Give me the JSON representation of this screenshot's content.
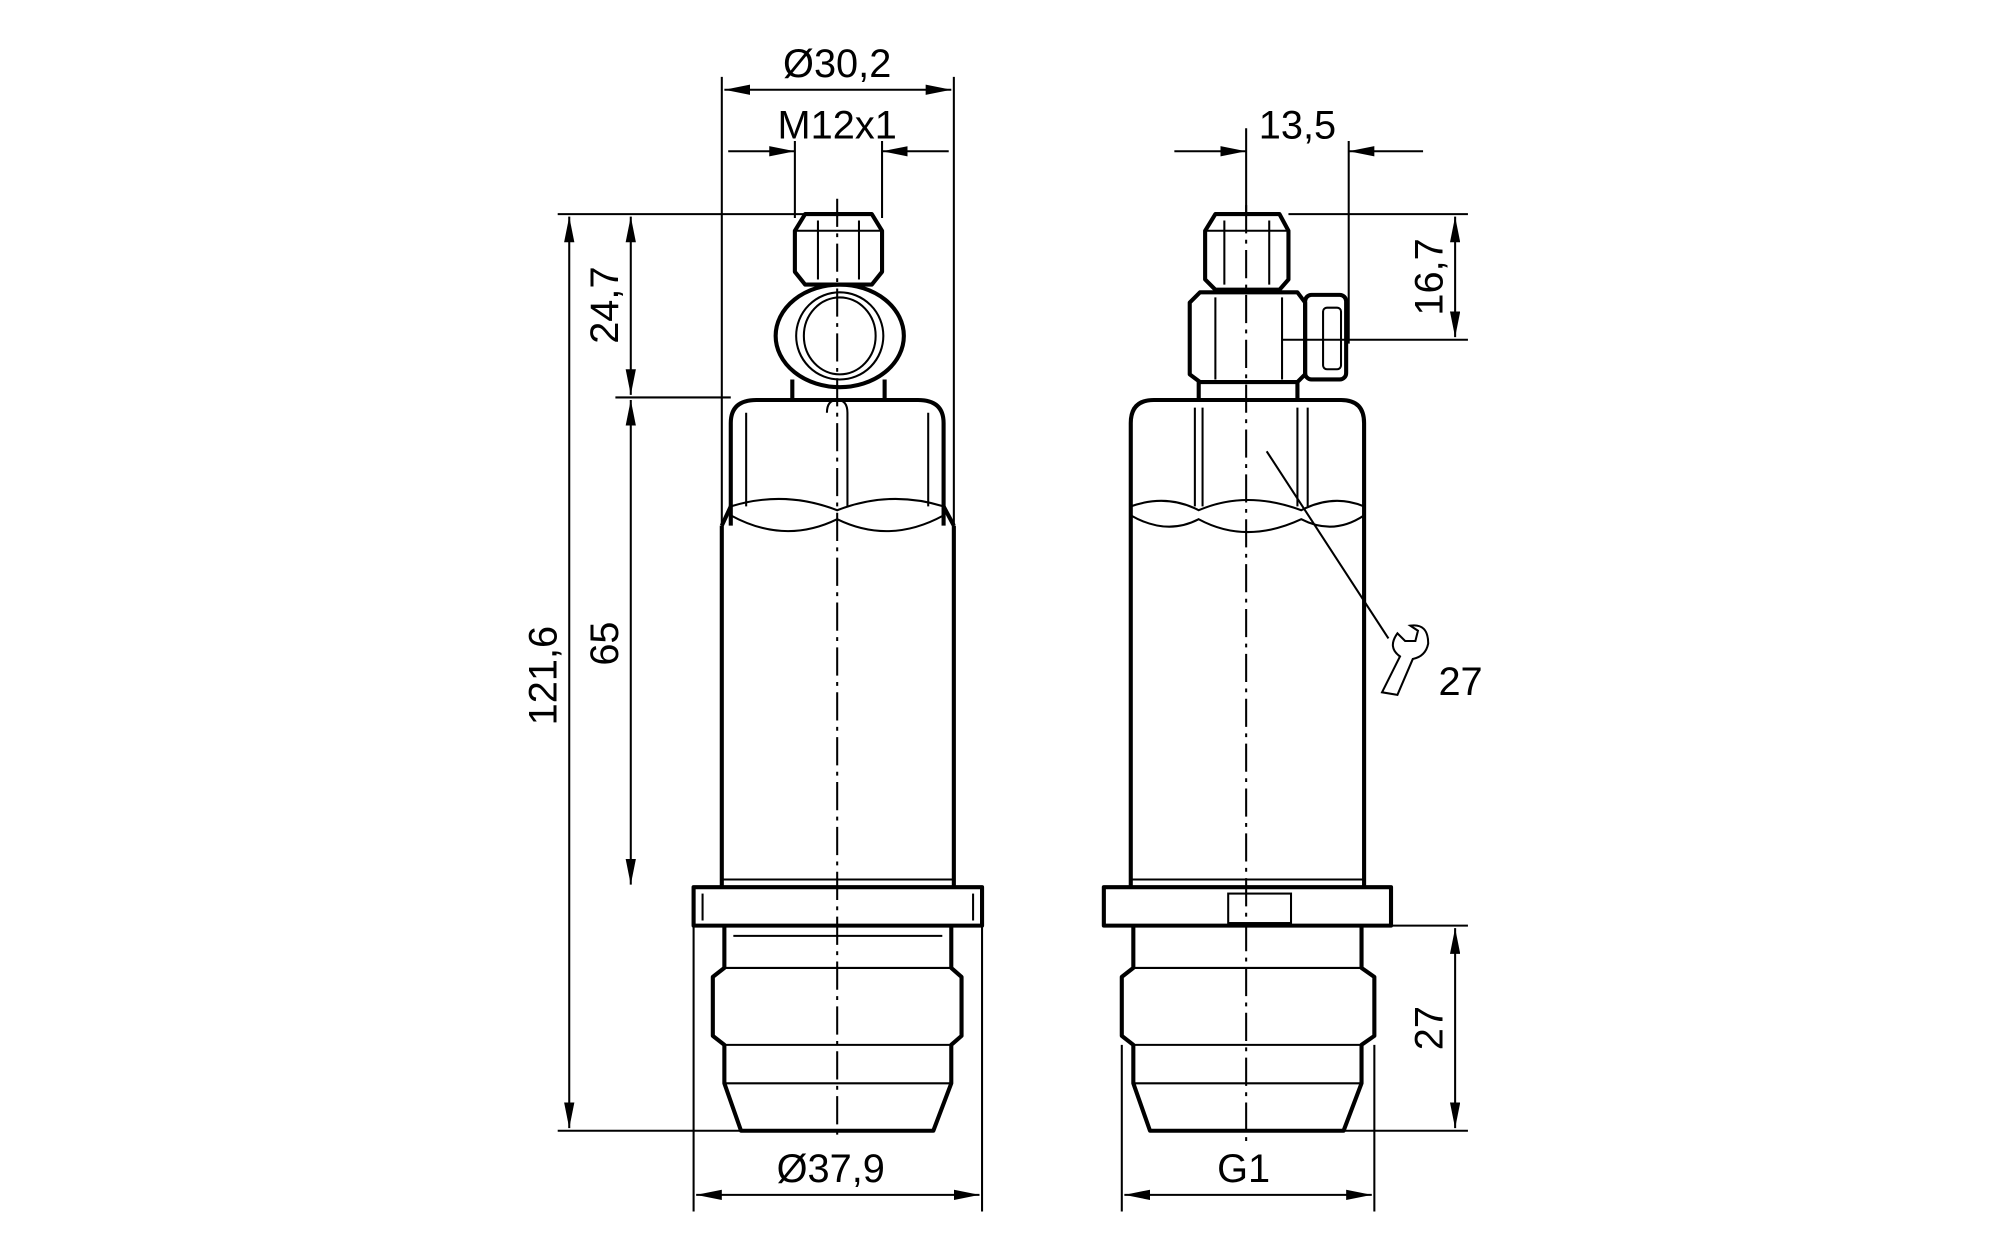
{
  "drawing": {
    "front_view": {
      "dim_overall_diameter": "Ø30,2",
      "dim_connector_thread": "M12x1",
      "dim_total_height": "121,6",
      "dim_connector_height": "24,7",
      "dim_body_height": "65",
      "dim_flange_diameter": "Ø37,9"
    },
    "side_view": {
      "dim_plug_offset": "13,5",
      "dim_plug_height": "16,7",
      "dim_wrench_size": "27",
      "dim_thread_length": "27",
      "dim_process_thread": "G1"
    },
    "icons": {
      "wrench": "wrench-icon"
    }
  }
}
